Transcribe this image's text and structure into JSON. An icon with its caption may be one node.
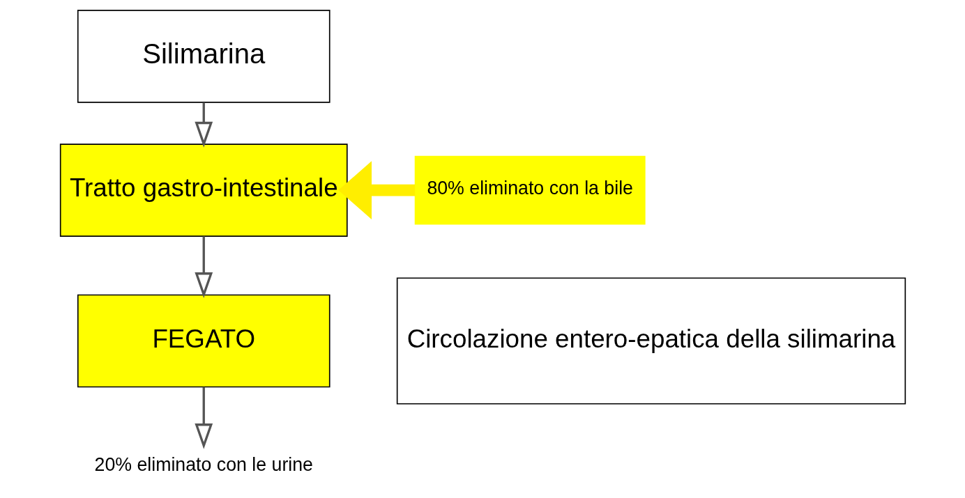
{
  "diagram": {
    "nodes": [
      {
        "text": [
          "Silimarina"
        ]
      },
      {
        "text": [
          "Tratto gastro-intestinale"
        ]
      },
      {
        "text": [
          "FEGATO"
        ]
      },
      {
        "text": [
          "80% eliminato con la bile"
        ]
      },
      {
        "text": [
          "Circolazione entero-epatica della silimarina"
        ]
      },
      {
        "text": [
          "20% eliminato con le urine"
        ]
      }
    ],
    "edges": [
      {
        "from": 0,
        "to": 1,
        "arrow": "to"
      },
      {
        "from": 1,
        "to": 2,
        "arrow": "to"
      },
      {
        "from": 2,
        "to": 5,
        "arrow": "to"
      },
      {
        "from": 3,
        "to": 1,
        "arrow": "to",
        "style": "thick",
        "color": "#ffee00"
      }
    ]
  }
}
